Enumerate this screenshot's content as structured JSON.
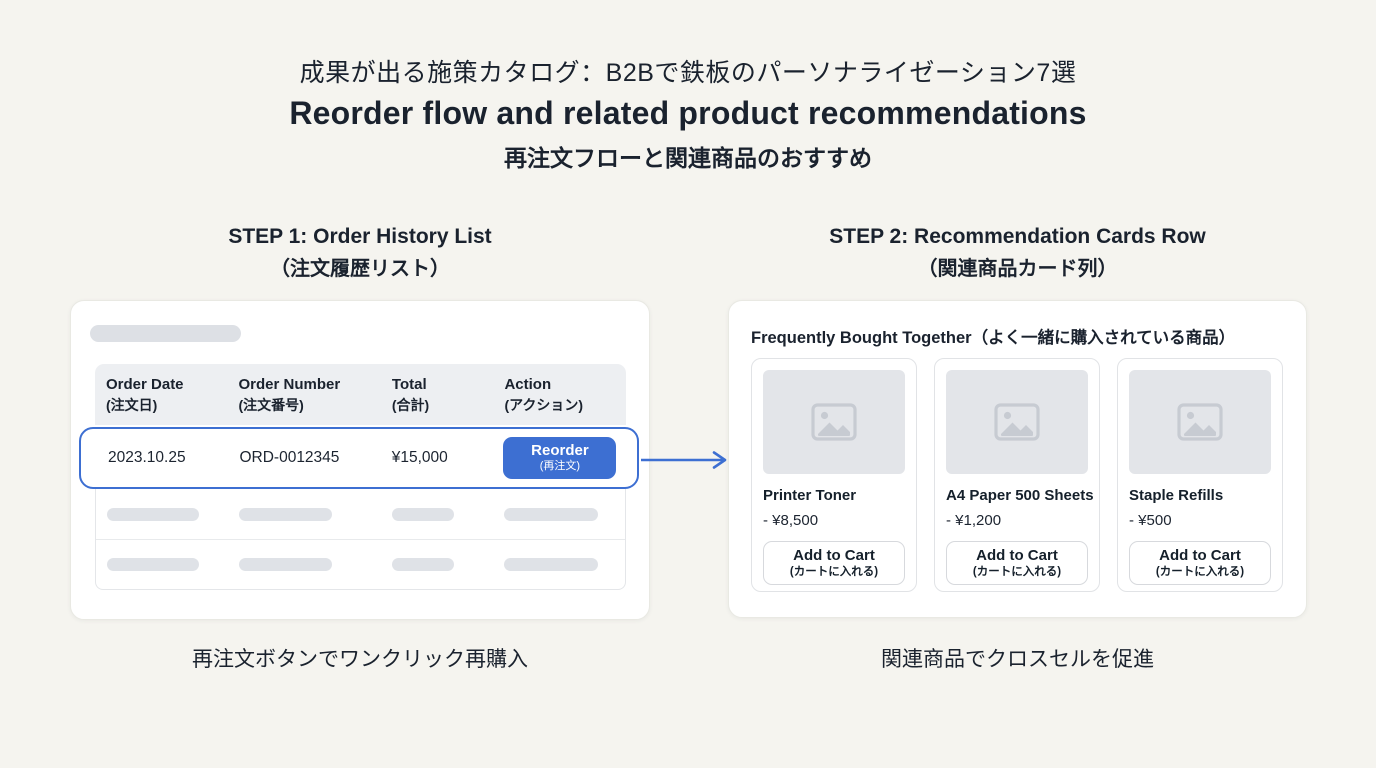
{
  "header": {
    "title_ja": "成果が出る施策カタログ：B2Bで鉄板のパーソナライゼーション7選",
    "title_en": "Reorder flow and related product recommendations",
    "subtitle_ja": "再注文フローと関連商品のおすすめ"
  },
  "step1": {
    "heading_en": "STEP 1: Order History List",
    "heading_ja": "（注文履歴リスト）",
    "table": {
      "columns": [
        {
          "en": "Order Date",
          "ja": "(注文日)"
        },
        {
          "en": "Order Number",
          "ja": "(注文番号)"
        },
        {
          "en": "Total",
          "ja": "(合計)"
        },
        {
          "en": "Action",
          "ja": "(アクション)"
        }
      ],
      "highlighted_row": {
        "order_date": "2023.10.25",
        "order_number": "ORD-0012345",
        "total": "¥15,000",
        "reorder_label_en": "Reorder",
        "reorder_label_ja": "(再注文)"
      },
      "skeleton_rows": 2
    },
    "caption": "再注文ボタンでワンクリック再購入"
  },
  "step2": {
    "heading_en": "STEP 2: Recommendation Cards Row",
    "heading_ja": "（関連商品カード列）",
    "panel_title": "Frequently Bought Together（よく一緒に購入されている商品）",
    "products": [
      {
        "name": "Printer Toner",
        "price": "- ¥8,500",
        "button_en": "Add to Cart",
        "button_ja": "(カートに入れる)"
      },
      {
        "name": "A4 Paper 500 Sheets",
        "price": "- ¥1,200",
        "button_en": "Add to Cart",
        "button_ja": "(カートに入れる)"
      },
      {
        "name": "Staple Refills",
        "price": "- ¥500",
        "button_en": "Add to Cart",
        "button_ja": "(カートに入れる)"
      }
    ],
    "caption": "関連商品でクロスセルを促進"
  },
  "icons": {
    "image_placeholder": "image-placeholder-icon",
    "flow_arrow": "arrow-right-icon"
  },
  "colors": {
    "accent_blue": "#3d6fd2",
    "page_background": "#f5f4ef",
    "skeleton_gray": "#dfe2e7",
    "table_header_bg": "#edeff2"
  }
}
